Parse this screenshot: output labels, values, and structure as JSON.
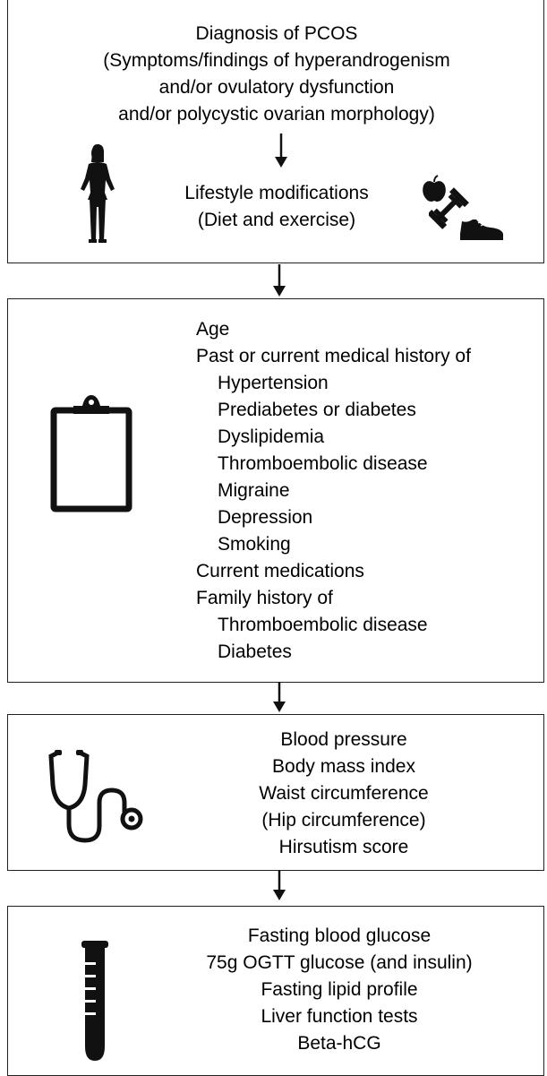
{
  "box1": {
    "lines": [
      "Diagnosis of PCOS",
      "(Symptoms/findings of hyperandrogenism",
      "and/or ovulatory dysfunction",
      "and/or polycystic ovarian morphology)"
    ],
    "sub_lines": [
      "Lifestyle modifications",
      "(Diet and exercise)"
    ],
    "icons": [
      "woman-silhouette-icon",
      "apple-icon",
      "dumbbell-icon",
      "sneaker-icon"
    ]
  },
  "box2": {
    "items": [
      {
        "text": "Age",
        "indent": 0
      },
      {
        "text": "Past or current medical history of",
        "indent": 0
      },
      {
        "text": "Hypertension",
        "indent": 1
      },
      {
        "text": "Prediabetes or diabetes",
        "indent": 1
      },
      {
        "text": "Dyslipidemia",
        "indent": 1
      },
      {
        "text": "Thromboembolic disease",
        "indent": 1
      },
      {
        "text": "Migraine",
        "indent": 1
      },
      {
        "text": "Depression",
        "indent": 1
      },
      {
        "text": "Smoking",
        "indent": 1
      },
      {
        "text": "Current medications",
        "indent": 0
      },
      {
        "text": "Family history of",
        "indent": 0
      },
      {
        "text": "Thromboembolic disease",
        "indent": 1
      },
      {
        "text": "Diabetes",
        "indent": 1
      }
    ],
    "icon": "clipboard-icon"
  },
  "box3": {
    "lines": [
      "Blood pressure",
      "Body mass index",
      "Waist circumference",
      "(Hip circumference)",
      "Hirsutism score"
    ],
    "icon": "stethoscope-icon"
  },
  "box4": {
    "lines": [
      "Fasting blood glucose",
      "75g OGTT glucose (and insulin)",
      "Fasting lipid profile",
      "Liver function tests",
      "Beta-hCG"
    ],
    "icon": "test-tube-icon"
  },
  "colors": {
    "stroke": "#222222",
    "icon": "#111111"
  }
}
